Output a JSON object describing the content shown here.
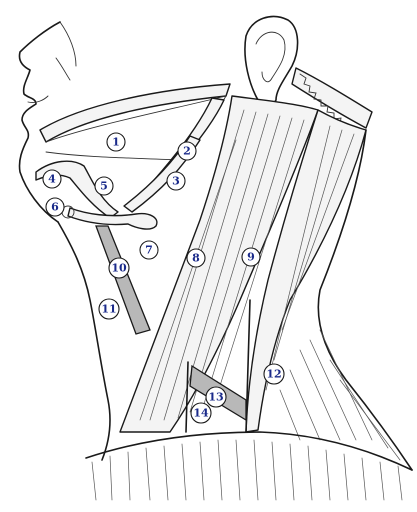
{
  "labels": [
    {
      "id": "1",
      "text": "1"
    },
    {
      "id": "2",
      "text": "2"
    },
    {
      "id": "3",
      "text": "3"
    },
    {
      "id": "4",
      "text": "4"
    },
    {
      "id": "5",
      "text": "5"
    },
    {
      "id": "6",
      "text": "6"
    },
    {
      "id": "7",
      "text": "7"
    },
    {
      "id": "8",
      "text": "8"
    },
    {
      "id": "9",
      "text": "9"
    },
    {
      "id": "10",
      "text": "10"
    },
    {
      "id": "11",
      "text": "11"
    },
    {
      "id": "12",
      "text": "12"
    },
    {
      "id": "13",
      "text": "13"
    },
    {
      "id": "14",
      "text": "14"
    }
  ],
  "colors": {
    "label_text": "#1a2a8a",
    "line": "#1a1a1a",
    "muscle_band_gray": "#b8b8b8"
  }
}
